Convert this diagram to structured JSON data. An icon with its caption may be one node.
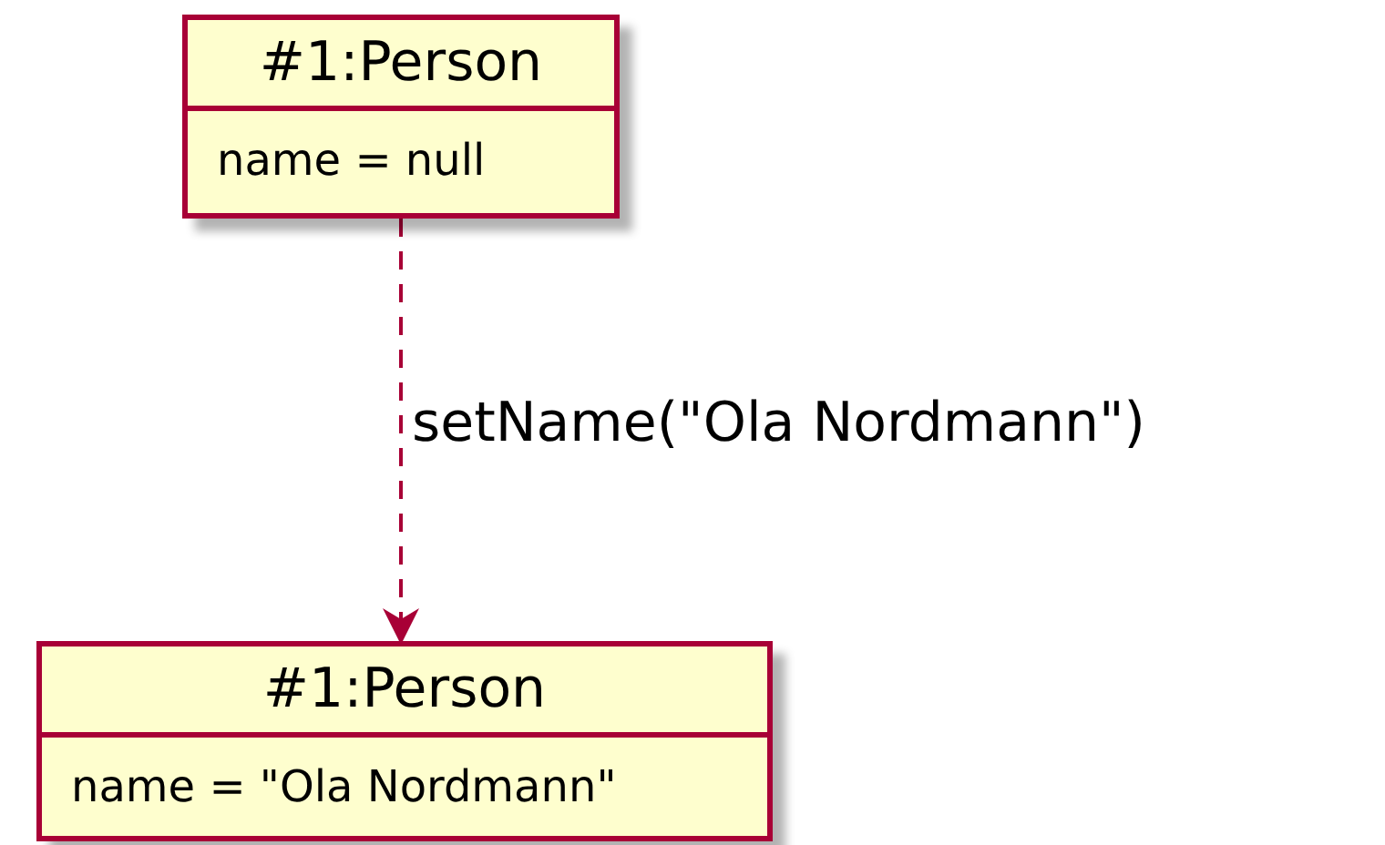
{
  "diagram": {
    "nodes": [
      {
        "text": [
          "#1:Person",
          "name = null"
        ]
      },
      {
        "text": [
          "#1:Person",
          "name = \"Ola Nordmann\""
        ]
      }
    ],
    "edges": [
      {
        "from": 0,
        "to": 1,
        "arrow": "to",
        "label": "setName(\"Ola Nordmann\")",
        "style": "dashed"
      }
    ]
  }
}
